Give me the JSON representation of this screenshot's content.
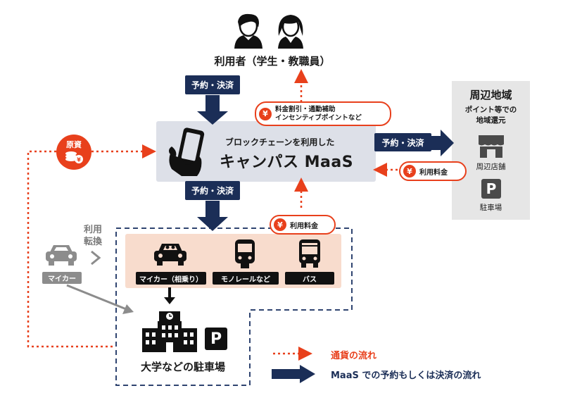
{
  "users": {
    "title": "利用者（学生・教職員）"
  },
  "flow_labels": {
    "pay_top": "予約・決済",
    "pay_right": "予約・決済",
    "pay_bottom": "予約・決済"
  },
  "discount": {
    "line1": "料金割引・通勤補助",
    "line2": "インセンティブポイントなど"
  },
  "maas": {
    "line1": "ブロックチェーンを利用した",
    "line2": "キャンパス MaaS"
  },
  "source": {
    "label": "原資"
  },
  "fee_right": {
    "label": "利用料金"
  },
  "fee_bottom": {
    "label": "利用料金"
  },
  "region": {
    "title": "周辺地域",
    "subtitle1": "ポイント等での",
    "subtitle2": "地域還元",
    "store_label": "周辺店舗",
    "parking_label": "駐車場",
    "parking_symbol": "P"
  },
  "switch": {
    "line1": "利用",
    "line2": "転換"
  },
  "mycar": {
    "label": "マイカー"
  },
  "transport": {
    "carpool": "マイカー（相乗り）",
    "monorail": "モノレールなど",
    "bus": "バス"
  },
  "campus": {
    "label": "大学などの駐車場",
    "parking_symbol": "P"
  },
  "legend": {
    "currency": "通貨の流れ",
    "maas": "MaaS での予約もしくは決済の流れ"
  },
  "colors": {
    "navy": "#1b2e57",
    "orange": "#e8401c",
    "maas_box": "#dde0e8",
    "region_box": "#e6e6e6",
    "transport_box": "#f8dccd",
    "dashed_border": "#2f4470"
  }
}
